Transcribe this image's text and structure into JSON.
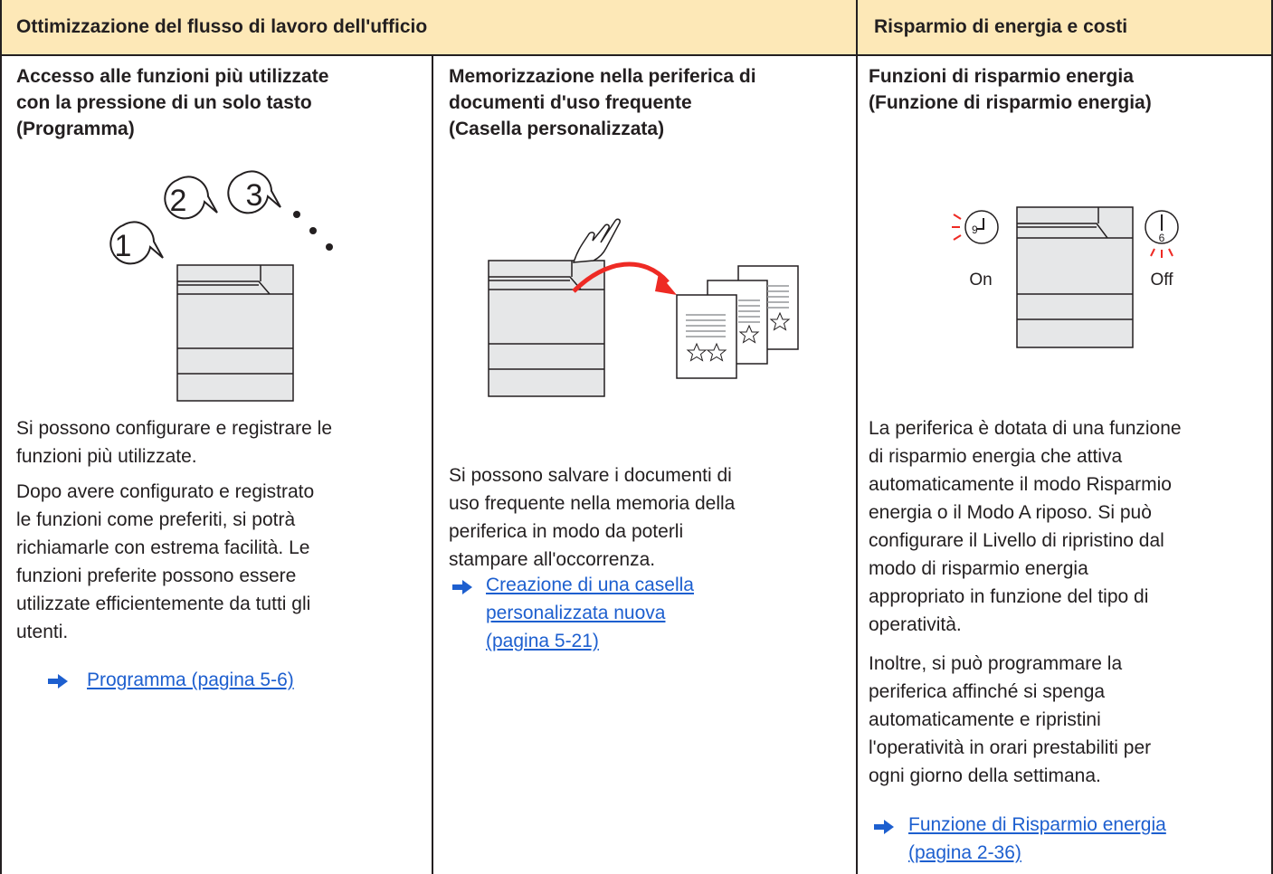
{
  "headers": {
    "workflow": "Ottimizzazione del flusso di lavoro dell'ufficio",
    "energy": "Risparmio di energia e costi"
  },
  "columns": [
    {
      "title": [
        "Accesso alle funzioni più utilizzate",
        "con la pressione di un solo tasto",
        "(Programma)"
      ],
      "paragraphs": [
        [
          "Si possono configurare e registrare le",
          "funzioni più utilizzate."
        ],
        [
          "Dopo avere configurato e registrato",
          "le funzioni come preferiti, si potrà",
          "richiamarle con estrema facilità. Le",
          "funzioni preferite possono essere",
          "utilizzate efficientemente da tutti gli",
          "utenti."
        ]
      ],
      "link": [
        "Programma (pagina 5-6)"
      ],
      "illustration": {
        "bubbles": [
          "1",
          "2",
          "3"
        ]
      }
    },
    {
      "title": [
        "Memorizzazione nella periferica di",
        "documenti d'uso frequente",
        "(Casella personalizzata)"
      ],
      "paragraphs": [
        [
          "Si possono salvare i documenti di",
          "uso frequente nella memoria della",
          "periferica in modo da poterli",
          "stampare all'occorrenza."
        ]
      ],
      "link": [
        "Creazione di una casella ",
        "personalizzata nuova ",
        "(pagina 5-21)"
      ],
      "illustration": {
        "icons": [
          "hand-pointer-icon",
          "curved-arrow-icon",
          "document-stack-icon",
          "star-icon"
        ]
      }
    },
    {
      "title": [
        "Funzioni di risparmio energia",
        "(Funzione di risparmio energia)"
      ],
      "paragraphs": [
        [
          "La periferica è dotata di una funzione",
          "di risparmio energia che attiva",
          "automaticamente il modo Risparmio",
          "energia o il Modo A riposo. Si può",
          "configurare il Livello di ripristino dal",
          "modo di risparmio energia",
          "appropriato in funzione del tipo di",
          "operatività."
        ],
        [
          "Inoltre, si può programmare la",
          "periferica affinché si spenga",
          "automaticamente e ripristini",
          "l'operatività in orari prestabiliti per",
          "ogni giorno della settimana."
        ]
      ],
      "link": [
        "Funzione di Risparmio energia ",
        "(pagina 2-36)"
      ],
      "illustration": {
        "on_label": "On",
        "off_label": "Off",
        "clock_on_number": "9",
        "clock_off_number": "6"
      }
    }
  ],
  "colors": {
    "header_bg": "#fde8b7",
    "link": "#1d5fcf",
    "arrow": "#1d5fcf",
    "accent_red": "#ee2a24",
    "device_gray": "#e6e7e8"
  }
}
